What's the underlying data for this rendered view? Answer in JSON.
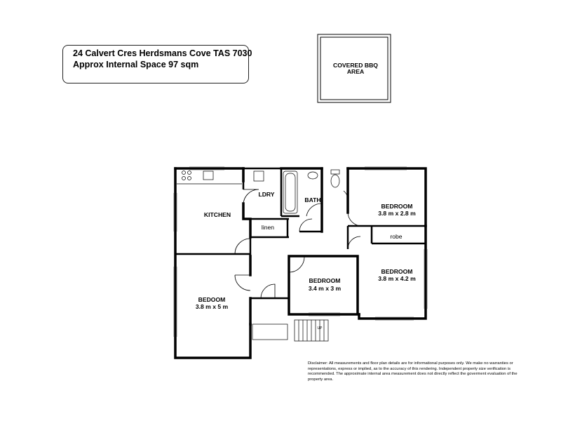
{
  "header": {
    "address": "24 Calvert Cres Herdsmans Cove TAS 7030",
    "internal_space": "Approx Internal Space 97 sqm"
  },
  "bbq": {
    "line1": "COVERED BBQ",
    "line2": "AREA"
  },
  "rooms": {
    "kitchen": "KITCHEN",
    "laundry": "LDRY",
    "bath": "BATH",
    "linen": "linen",
    "robe": "robe",
    "bedroom_top_right": {
      "name": "BEDROOM",
      "dims": "3.8 m x 2.8 m"
    },
    "bedroom_mid_right": {
      "name": "BEDROOM",
      "dims": "3.8 m x 4.2 m"
    },
    "bedroom_center": {
      "name": "BEDROOM",
      "dims": "3.4 m x 3 m"
    },
    "bedroom_left": {
      "name": "BEDOOM",
      "dims": "3.8 m x 5 m"
    },
    "stairs_up": "UP"
  },
  "disclaimer": "Disclaimer: All measurements and floor plan details are for informational purposes only. We make no warranties or representations, express or implied, as to the accuracy of this rendering. Independent property size verification is recommended. The approximate internal area measurement does not directly reflect the goverment evaluation of the property area."
}
